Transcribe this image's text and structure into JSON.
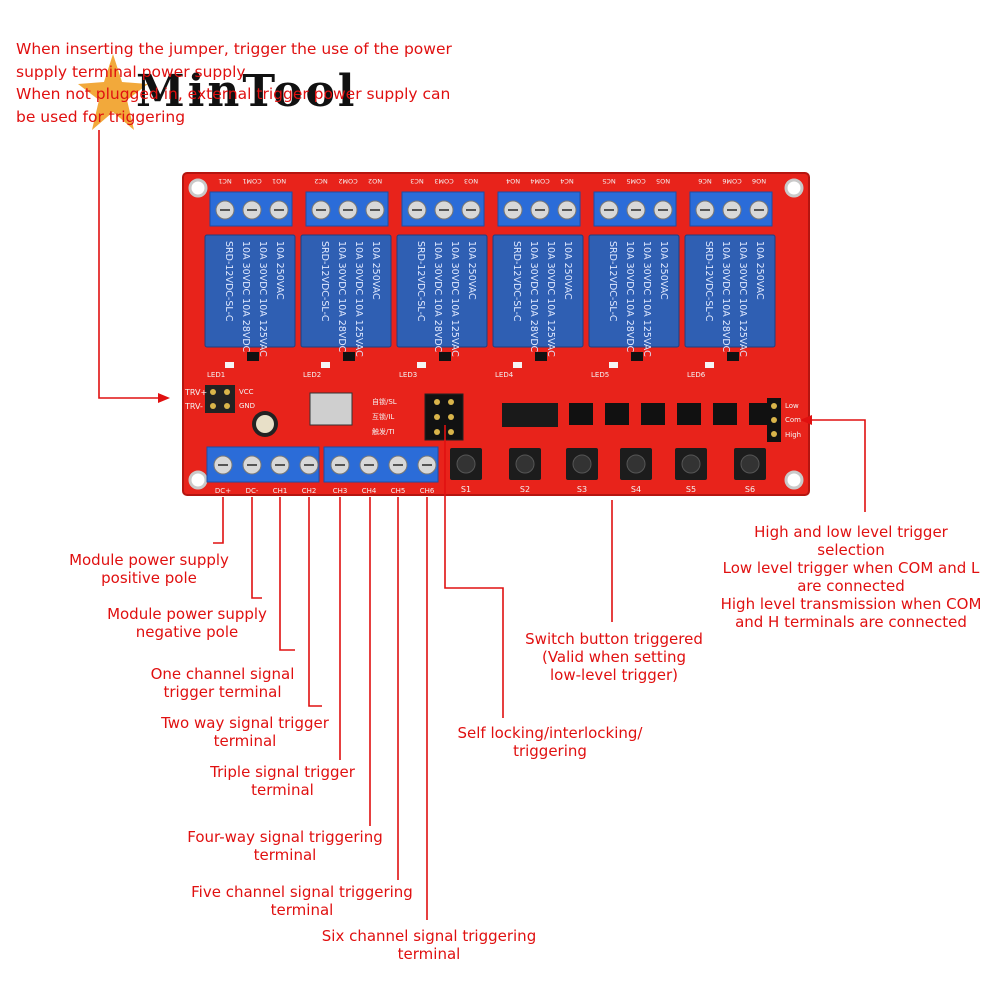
{
  "brand": {
    "logo": "MinTool"
  },
  "jumper_note": [
    "When inserting the jumper, trigger the use of the power",
    "supply terminal power supply",
    "When not plugged in, external trigger power supply can",
    "be used for triggering"
  ],
  "board": {
    "relay_text": [
      "10A 250VAC",
      "10A 30VDC  10A 125VAC",
      "10A 30VDC  10A 28VDC",
      "SRD-12VDC-SL-C"
    ],
    "relay_terminals": [
      [
        "NC1",
        "COM1",
        "NO1"
      ],
      [
        "NC2",
        "COM2",
        "NO2"
      ],
      [
        "NC3",
        "COM3",
        "NO3"
      ],
      [
        "NO4",
        "COM4",
        "NC4"
      ],
      [
        "NC5",
        "COM5",
        "NO5"
      ],
      [
        "NC6",
        "COM6",
        "NO6"
      ]
    ],
    "leds": [
      "LED1",
      "LED2",
      "LED3",
      "LED4",
      "LED5",
      "LED6"
    ],
    "buttons": [
      "S1",
      "S2",
      "S3",
      "S4",
      "S5",
      "S6"
    ],
    "input_terminals": [
      "DC+",
      "DC-",
      "CH1",
      "CH2",
      "CH3",
      "CH4",
      "CH5",
      "CH6"
    ],
    "trv_labels": [
      "TRV+",
      "TRV-"
    ],
    "vcc_labels": [
      "VCC",
      "GND"
    ],
    "mode_labels": [
      "自锁/SL",
      "互锁/IL",
      "触发/TI"
    ],
    "level_labels": [
      "Low",
      "Com",
      "High"
    ]
  },
  "labels": {
    "dc_plus": [
      "Module power supply",
      "positive pole"
    ],
    "dc_minus": [
      "Module power supply",
      "negative pole"
    ],
    "ch1": [
      "One channel signal",
      "trigger terminal"
    ],
    "ch2": [
      "Two way signal trigger",
      "terminal"
    ],
    "ch3": [
      "Triple signal trigger",
      "terminal"
    ],
    "ch4": [
      "Four-way signal triggering",
      "terminal"
    ],
    "ch5": [
      "Five channel signal triggering",
      "terminal"
    ],
    "ch6": [
      "Six channel signal triggering",
      "terminal"
    ],
    "mode": [
      "Self locking/interlocking/",
      "triggering"
    ],
    "button": [
      "Switch button triggered",
      "(Valid when setting",
      "low-level trigger)"
    ],
    "level": [
      "High and low level trigger",
      "selection",
      "Low level trigger when COM and L",
      "are connected",
      "High level transmission when COM",
      "and H terminals are connected"
    ]
  },
  "colors": {
    "annotation": "#e01010",
    "pcb": "#e8231b",
    "relay": "#2f5fb3",
    "terminal": "#2b6cd8"
  }
}
